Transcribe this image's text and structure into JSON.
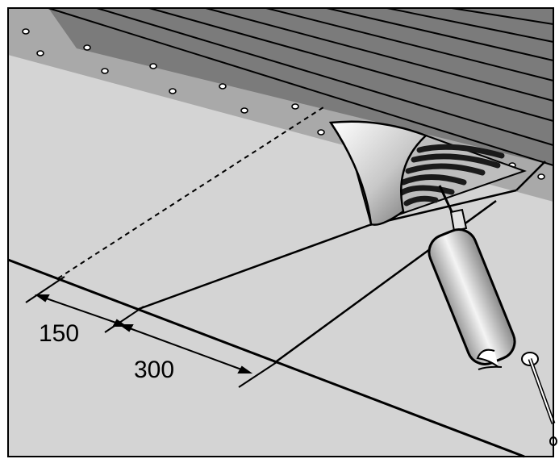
{
  "diagram": {
    "dimensions": {
      "overlap_label": "150",
      "strip_label": "300"
    },
    "colors": {
      "sheet": "#d4d4d4",
      "roof_band": "#a9a9a9",
      "boards": "#7b7b7b",
      "outline": "#000000",
      "adhesive": "#1a1a1a"
    },
    "objects": [
      "membrane-sheet",
      "nail-line",
      "roof-boards",
      "peeled-corner",
      "adhesive-strips",
      "caulking-gun",
      "overlap-dimension",
      "strip-dimension"
    ]
  }
}
